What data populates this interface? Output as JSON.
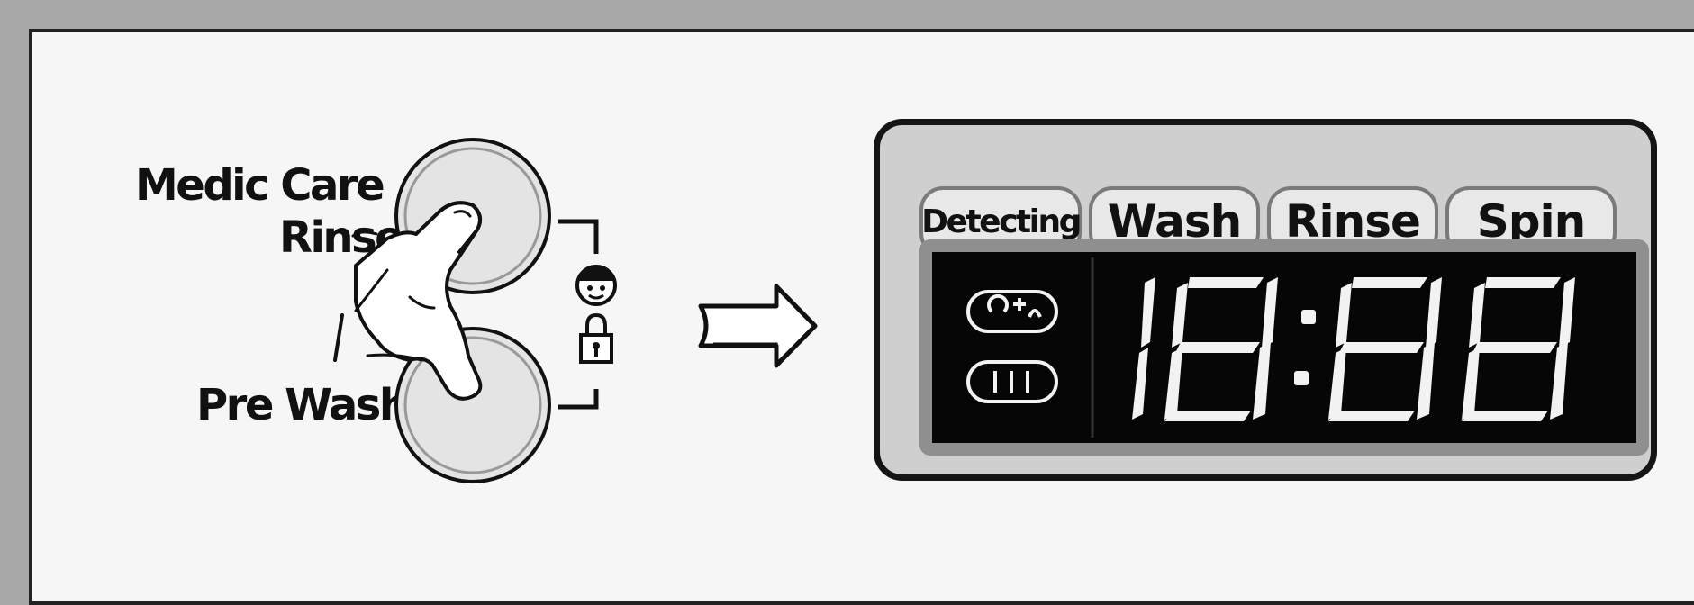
{
  "left_labels": {
    "medic_care_line1": "Medic Care",
    "medic_care_line2": "Rinse",
    "pre_wash": "Pre Wash"
  },
  "status_tabs": [
    {
      "label": "Detecting"
    },
    {
      "label": "Wash"
    },
    {
      "label": "Rinse"
    },
    {
      "label": "Spin"
    }
  ],
  "display": {
    "time_hours": "18",
    "time_minutes": "88",
    "digit_color": "#f2f2f2",
    "screen_color": "#060606"
  },
  "icons": {
    "child_lock_face": "child-lock-face-icon",
    "padlock": "padlock-icon",
    "arrow": "right-arrow-icon",
    "finger_press": "finger-pressing-buttons-icon"
  }
}
